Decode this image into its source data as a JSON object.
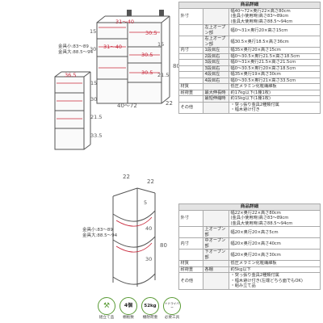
{
  "drawing1": {
    "dims": {
      "top_width_upper": "31～40",
      "top_width_lower": "30.5",
      "lower_widths": [
        "31～40",
        "30.5",
        "30.5"
      ],
      "side_labels": [
        "15",
        "30",
        "21.5",
        "15"
      ],
      "height": "80",
      "bottom_width": "40～72",
      "depth": "22"
    }
  },
  "drawing2": {
    "note_lines": [
      "金具小:83～89",
      "金具大:88.5～94"
    ],
    "dims": {
      "top": "36.5",
      "a": "15",
      "b": "30",
      "c": "21.5",
      "d": "33.5"
    }
  },
  "drawing3": {
    "dims": {
      "w1": "22",
      "w2": "22",
      "height": "80",
      "a": "5",
      "b": "40",
      "c": "30"
    },
    "note_lines": [
      "金具小:83～89",
      "金具大:88.5～94"
    ]
  },
  "table1": {
    "title": "商品詳細",
    "rows": [
      {
        "label": "外寸",
        "sub": "",
        "value": "幅40～72×奥行22×高さ80cm\n(金具小使用時)高さ83～89cm\n(金具大使用時)高さ88.5～94cm"
      },
      {
        "label": "",
        "sub": "左上オープン部",
        "value": "幅0～31×奥行20×高さ15cm"
      },
      {
        "label": "",
        "sub": "右上オープン部",
        "value": "幅30.5×奥行18.5×高さ36cm"
      },
      {
        "label": "内寸",
        "sub": "1段目左",
        "value": "幅35×奥行20×高さ15cm"
      },
      {
        "label": "",
        "sub": "2段目右",
        "value": "幅0～30.5×奥行21.5×高さ18.5cm"
      },
      {
        "label": "",
        "sub": "3段目左",
        "value": "幅0～31×奥行21.5×高さ21.5cm"
      },
      {
        "label": "",
        "sub": "3段目右",
        "value": "幅0～30.5×奥行20×高さ18.5cm"
      },
      {
        "label": "",
        "sub": "4段目左",
        "value": "幅35×奥行19×高さ30cm"
      },
      {
        "label": "",
        "sub": "4段目右",
        "value": "幅0～30.5×奥行21×高さ33.5cm"
      },
      {
        "label": "材質",
        "sub": "",
        "value": "低圧メラミン化粧繊維板"
      },
      {
        "label": "耐荷重",
        "sub": "最大伸長時",
        "value": "約17kg以下(1棚1枚)"
      },
      {
        "label": "",
        "sub": "最短伸縮時",
        "value": "約15kg以下(1棚1枚)"
      },
      {
        "label": "その他",
        "sub": "",
        "value": "・突っ張り金具2種類付属\n・幅木避け付き"
      }
    ]
  },
  "table2": {
    "title": "商品詳細",
    "rows": [
      {
        "label": "外寸",
        "sub": "",
        "value": "幅22×奥行22×高さ80cm\n(金具小使用時)高さ83～89cm\n(金具大使用時)高さ88.5～94cm"
      },
      {
        "label": "",
        "sub": "上オープン部",
        "value": "幅20×奥行20×高さ5cm"
      },
      {
        "label": "内寸",
        "sub": "中オープン部",
        "value": "幅20×奥行20×高さ40cm"
      },
      {
        "label": "",
        "sub": "下オープン部",
        "value": "幅20×奥行20×高さ30cm"
      },
      {
        "label": "材質",
        "sub": "",
        "value": "低圧メラミン化粧繊維板"
      },
      {
        "label": "耐荷重",
        "sub": "各棚",
        "value": "約5kg以下"
      },
      {
        "label": "その他",
        "sub": "",
        "value": "・突っ張り金具2種類付属\n・幅木避け付き(左端どちら面でもOK)\n・組み立て品"
      }
    ]
  },
  "badges": [
    {
      "label": "組立て品",
      "value": ""
    },
    {
      "label": "棚板数",
      "value": "4個"
    },
    {
      "label": "棚耐荷重",
      "value": "52kg"
    },
    {
      "label": "必要工具",
      "value": "＋ドライバー"
    }
  ]
}
